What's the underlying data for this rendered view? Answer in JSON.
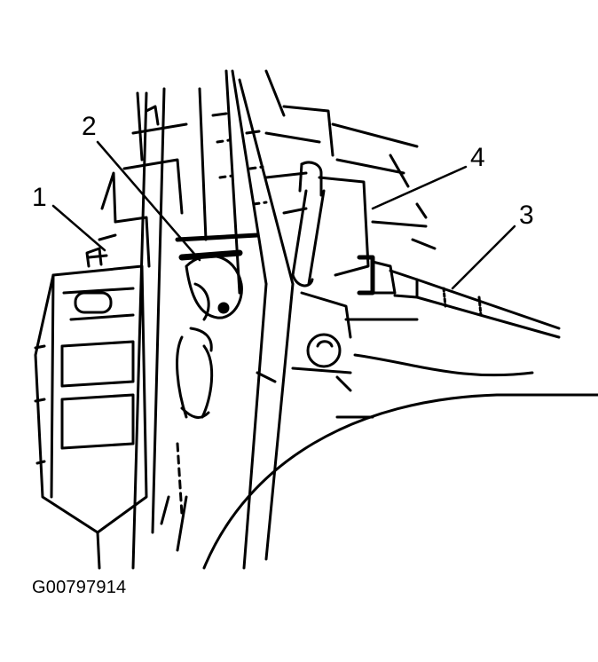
{
  "callouts": {
    "c1": "1",
    "c2": "2",
    "c3": "3",
    "c4": "4"
  },
  "figure_id": "G00797914",
  "colors": {
    "ink": "#000000",
    "paper": "#ffffff"
  }
}
